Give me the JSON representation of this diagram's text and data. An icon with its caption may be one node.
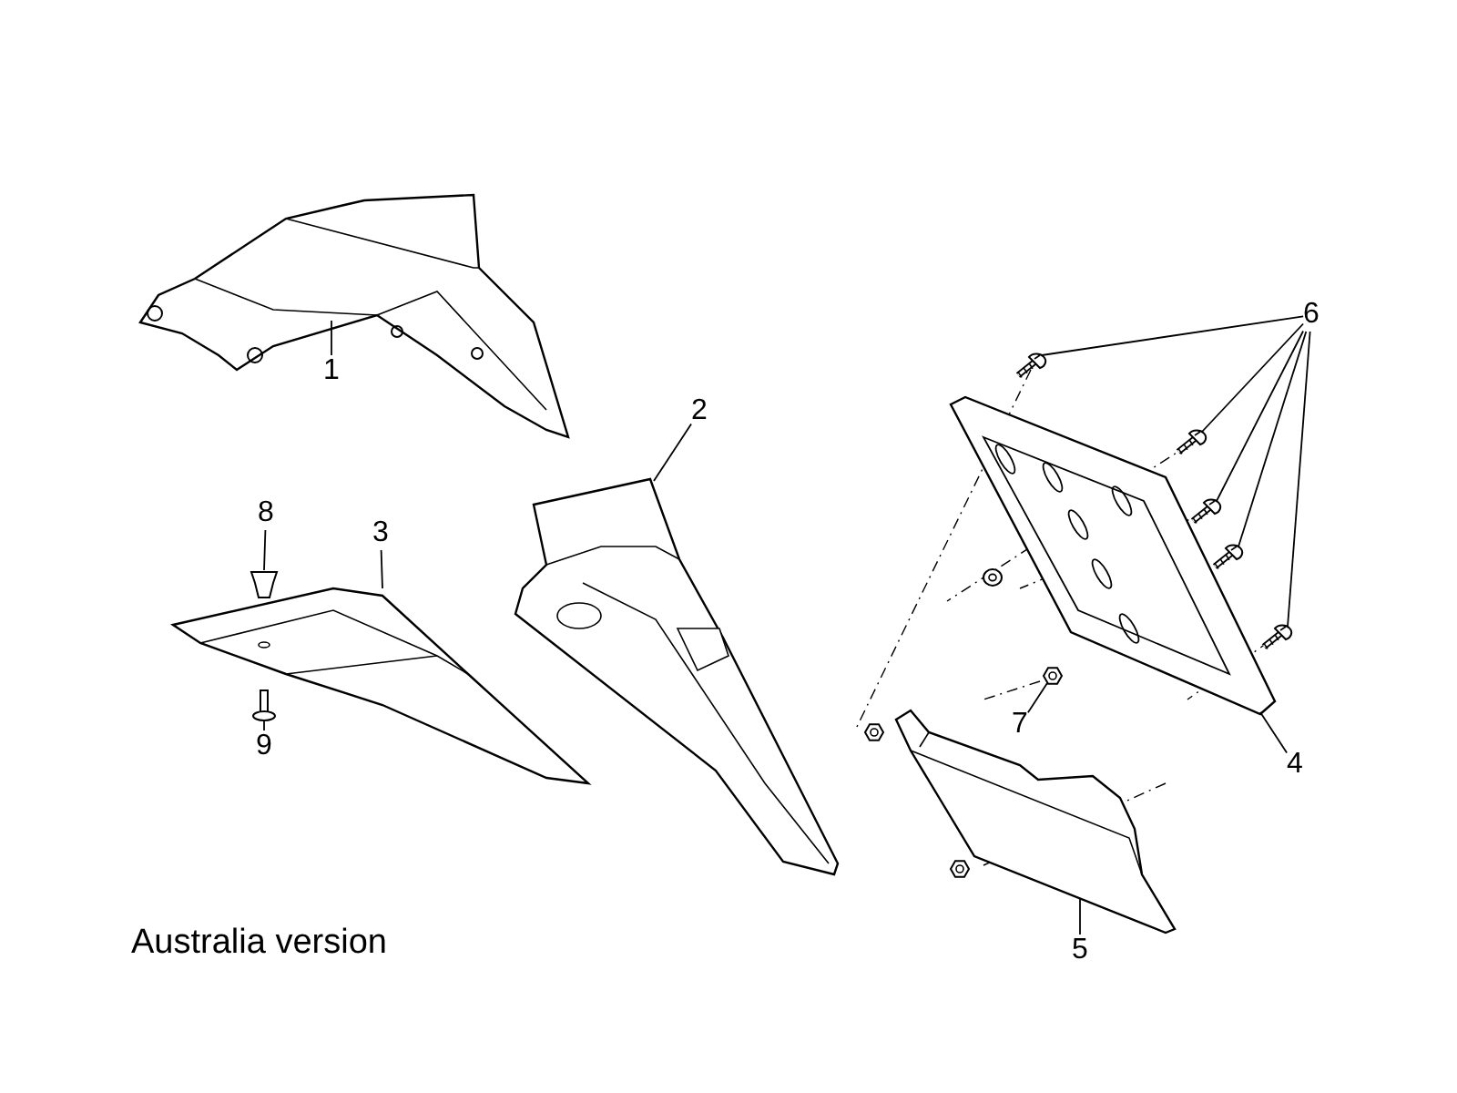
{
  "diagram": {
    "nodes": [
      {
        "text": [
          "1"
        ]
      },
      {
        "text": [],
        "shape": "picture"
      },
      {
        "text": [
          "2"
        ]
      },
      {
        "text": [],
        "shape": "picture"
      },
      {
        "text": [
          "3"
        ]
      },
      {
        "text": [],
        "shape": "picture"
      },
      {
        "text": [
          "8"
        ]
      },
      {
        "text": [],
        "shape": "picture"
      },
      {
        "text": [
          "9"
        ]
      },
      {
        "text": [],
        "shape": "picture"
      },
      {
        "text": [
          "6"
        ]
      },
      {
        "text": [],
        "shape": "picture"
      },
      {
        "text": [],
        "shape": "picture"
      },
      {
        "text": [],
        "shape": "picture"
      },
      {
        "text": [],
        "shape": "picture"
      },
      {
        "text": [],
        "shape": "picture"
      },
      {
        "text": [
          "4"
        ]
      },
      {
        "text": [],
        "shape": "picture"
      },
      {
        "text": [
          "7"
        ]
      },
      {
        "text": [],
        "shape": "picture"
      },
      {
        "text": [
          "5"
        ]
      },
      {
        "text": [],
        "shape": "picture"
      }
    ],
    "edges": [
      {
        "from": 0,
        "to": 1,
        "arrow": "none"
      },
      {
        "from": 2,
        "to": 3,
        "arrow": "none"
      },
      {
        "from": 4,
        "to": 5,
        "arrow": "none"
      },
      {
        "from": 6,
        "to": 7,
        "arrow": "none"
      },
      {
        "from": 8,
        "to": 9,
        "arrow": "none"
      },
      {
        "from": 10,
        "to": 11,
        "arrow": "none"
      },
      {
        "from": 10,
        "to": 12,
        "arrow": "none"
      },
      {
        "from": 10,
        "to": 13,
        "arrow": "none"
      },
      {
        "from": 10,
        "to": 14,
        "arrow": "none"
      },
      {
        "from": 10,
        "to": 15,
        "arrow": "none"
      },
      {
        "from": 16,
        "to": 17,
        "arrow": "none"
      },
      {
        "from": 18,
        "to": 19,
        "arrow": "none"
      },
      {
        "from": 20,
        "to": 21,
        "arrow": "none"
      }
    ],
    "labels": [
      "Australia version"
    ]
  }
}
